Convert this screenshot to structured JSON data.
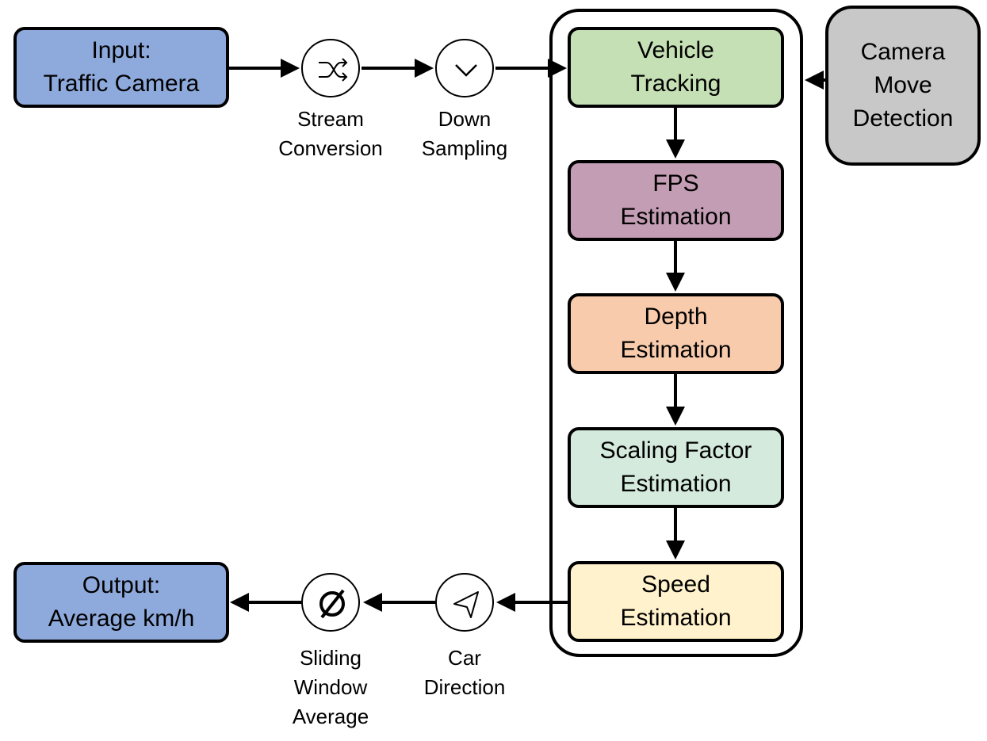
{
  "input": {
    "line1": "Input:",
    "line2": "Traffic Camera",
    "color": "#8eaadc"
  },
  "output": {
    "line1": "Output:",
    "line2": "Average km/h",
    "color": "#8eaadc"
  },
  "camera_move": {
    "line1": "Camera",
    "line2": "Move",
    "line3": "Detection",
    "color": "#c8c8c8"
  },
  "pipeline": [
    {
      "line1": "Vehicle",
      "line2": "Tracking",
      "color": "#c5e0b4"
    },
    {
      "line1": "FPS",
      "line2": "Estimation",
      "color": "#c39db4"
    },
    {
      "line1": "Depth",
      "line2": "Estimation",
      "color": "#f8cbad"
    },
    {
      "line1": "Scaling Factor",
      "line2": "Estimation",
      "color": "#d4eadd"
    },
    {
      "line1": "Speed",
      "line2": "Estimation",
      "color": "#fff2cc"
    }
  ],
  "steps": {
    "stream_conversion": {
      "line1": "Stream",
      "line2": "Conversion",
      "icon": "shuffle-icon"
    },
    "down_sampling": {
      "line1": "Down",
      "line2": "Sampling",
      "icon": "chevron-down-icon"
    },
    "car_direction": {
      "line1": "Car",
      "line2": "Direction",
      "icon": "navigation-arrow-icon"
    },
    "sliding_window": {
      "line1": "Sliding",
      "line2": "Window",
      "line3": "Average",
      "icon": "empty-set-icon"
    }
  }
}
